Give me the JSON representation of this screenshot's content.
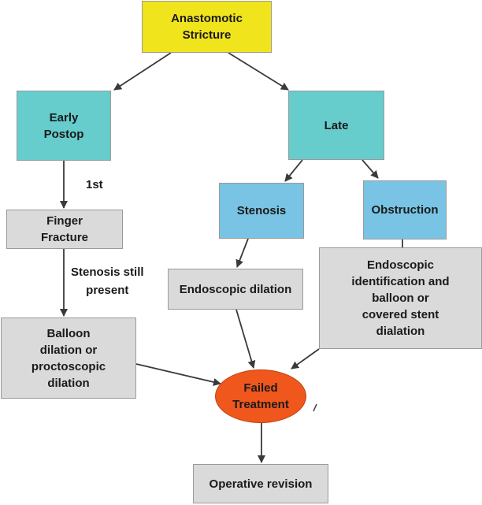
{
  "nodes": {
    "root": "Anastomotic\nStricture",
    "early": "Early\nPostop",
    "late": "Late",
    "finger": "Finger\nFracture",
    "stenosis": "Stenosis",
    "obstruction": "Obstruction",
    "endo_dilation": "Endoscopic dilation",
    "endo_ident": "Endoscopic\nidentification and\nballoon or\ncovered stent\ndialation",
    "balloon": "Balloon\ndilation or\nproctoscopic\ndilation",
    "failed": "Failed\nTreatment",
    "operative": "Operative revision"
  },
  "edge_labels": {
    "first": "1st",
    "stenosis_present": "Stenosis still\npresent"
  },
  "colors": {
    "root": "#f0e41c",
    "phase": "#66cccc",
    "type": "#79c4e4",
    "treatment": "#dadada",
    "failed": "#f0571c",
    "arrow": "#3a3a3a"
  }
}
